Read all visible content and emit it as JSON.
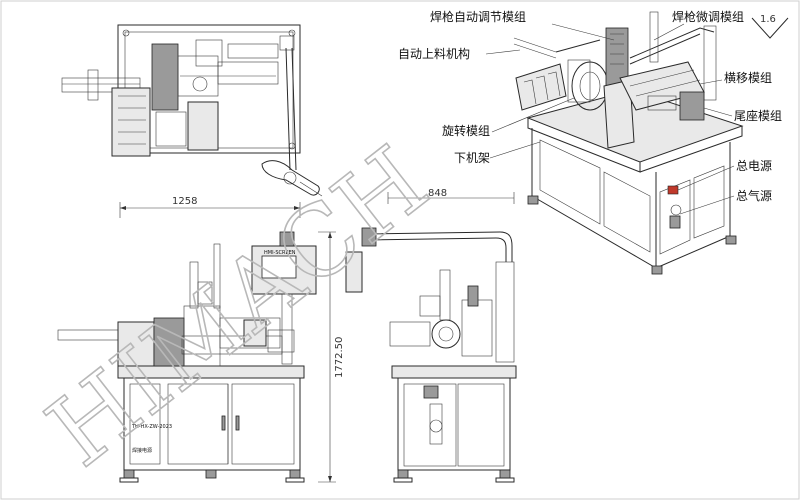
{
  "labels": {
    "weld_auto_adjust": "焊枪自动调节模组",
    "weld_fine_adjust": "焊枪微调模组",
    "sheet_no": "1.6",
    "auto_feed": "自动上料机构",
    "traverse": "横移模组",
    "tail_seat": "尾座模组",
    "rotary": "旋转模组",
    "lower_frame": "下机架",
    "main_power": "总电源",
    "main_air": "总气源"
  },
  "dimensions": {
    "width": "1258",
    "height": "1772.50",
    "depth": "848"
  },
  "panel_text": {
    "cabinet_tag": "TH-HX-ZW-2023",
    "cabinet_name": "焊接电源",
    "hmi_brand": "HMI-SCREEN"
  },
  "watermark": "HIMACH"
}
